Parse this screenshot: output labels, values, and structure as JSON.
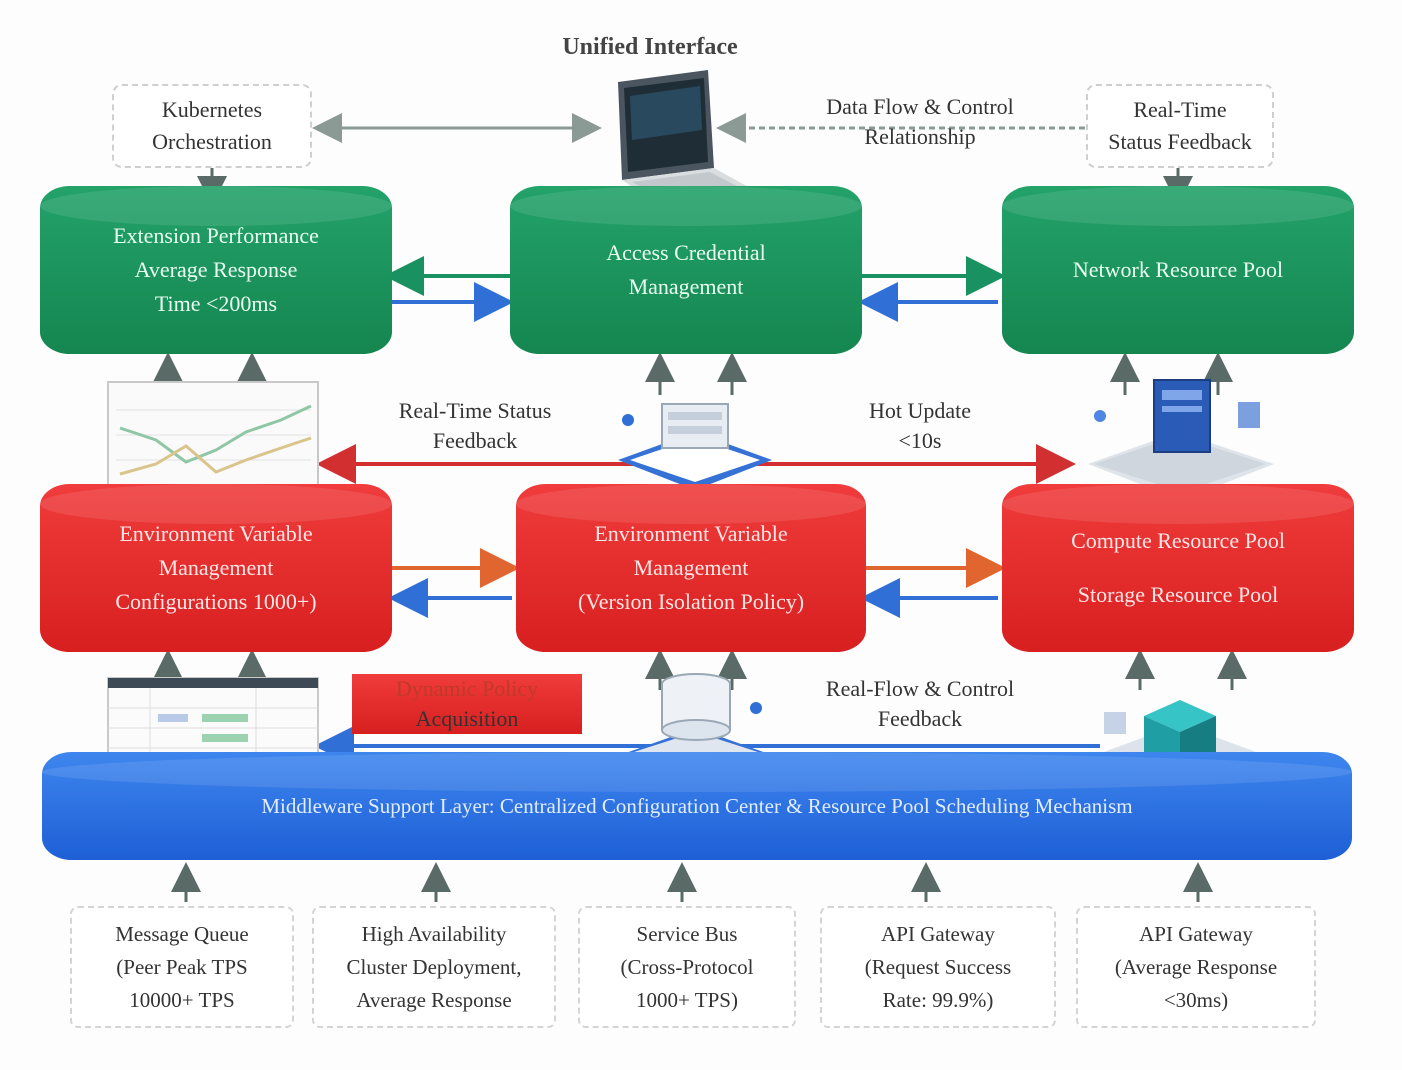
{
  "title": "Unified Interface",
  "top": {
    "left_box": [
      "Kubernetes",
      "Orchestration"
    ],
    "right_box": [
      "Real-Time",
      "Status Feedback"
    ],
    "flow_note": [
      "Data Flow & Control",
      "Relationship"
    ]
  },
  "green_row": [
    {
      "lines": [
        "Extension Performance",
        "Average Response",
        "Time <200ms"
      ]
    },
    {
      "lines": [
        "Access Credential",
        "Management"
      ]
    },
    {
      "lines": [
        "Network Resource Pool"
      ]
    }
  ],
  "middle_notes": {
    "left": [
      "Real-Time Status",
      "Feedback"
    ],
    "right": [
      "Hot Update",
      "<10s"
    ]
  },
  "red_row": [
    {
      "lines": [
        "Environment Variable",
        "Management",
        "Configurations 1000+)"
      ]
    },
    {
      "lines": [
        "Environment Variable",
        "Management",
        "(Version Isolation Policy)"
      ]
    },
    {
      "lines": [
        "Compute Resource Pool",
        "Storage Resource Pool"
      ]
    }
  ],
  "lower_notes": {
    "left": [
      "Dynamic Policy",
      "Acquisition"
    ],
    "right": [
      "Real-Flow & Control",
      "Feedback"
    ]
  },
  "support_layer": "Middleware Support Layer: Centralized Configuration Center & Resource Pool Scheduling Mechanism",
  "bottom_boxes": [
    {
      "lines": [
        "Message Queue",
        "(Peer Peak TPS",
        "10000+ TPS"
      ]
    },
    {
      "lines": [
        "High Availability",
        "Cluster Deployment,",
        "Average Response"
      ]
    },
    {
      "lines": [
        "Service Bus",
        "(Cross-Protocol",
        "1000+ TPS)"
      ]
    },
    {
      "lines": [
        "API Gateway",
        "(Request Success",
        "Rate: 99.9%)"
      ]
    },
    {
      "lines": [
        "API Gateway",
        "(Average Response",
        "<30ms)"
      ]
    }
  ],
  "colors": {
    "green": "#1a9160",
    "red": "#e42a2a",
    "blue": "#2a6fe0",
    "arrow_red": "#d23030",
    "arrow_blue": "#2f6fd6",
    "arrow_gray": "#8c9a95"
  }
}
